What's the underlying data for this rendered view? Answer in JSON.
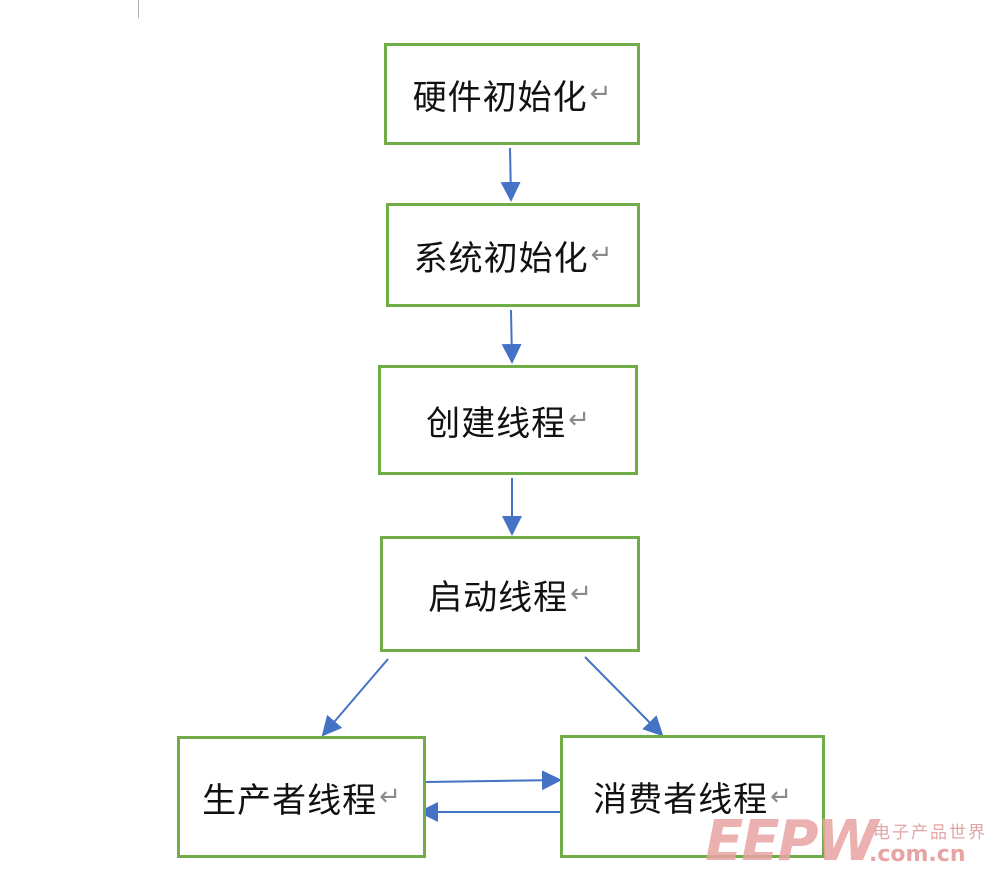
{
  "nodes": {
    "hardware_init": "硬件初始化",
    "system_init": "系统初始化",
    "create_thread": "创建线程",
    "start_thread": "启动线程",
    "producer_thread": "生产者线程",
    "consumer_thread": "消费者线程"
  },
  "paragraph_mark": "↵",
  "watermark": {
    "logo": "EEPW",
    "tagline": "电子产品世界",
    "url": ".com.cn"
  },
  "colors": {
    "box_border": "#70ad47",
    "arrow": "#4472c4",
    "watermark": "#e8a3a3"
  }
}
